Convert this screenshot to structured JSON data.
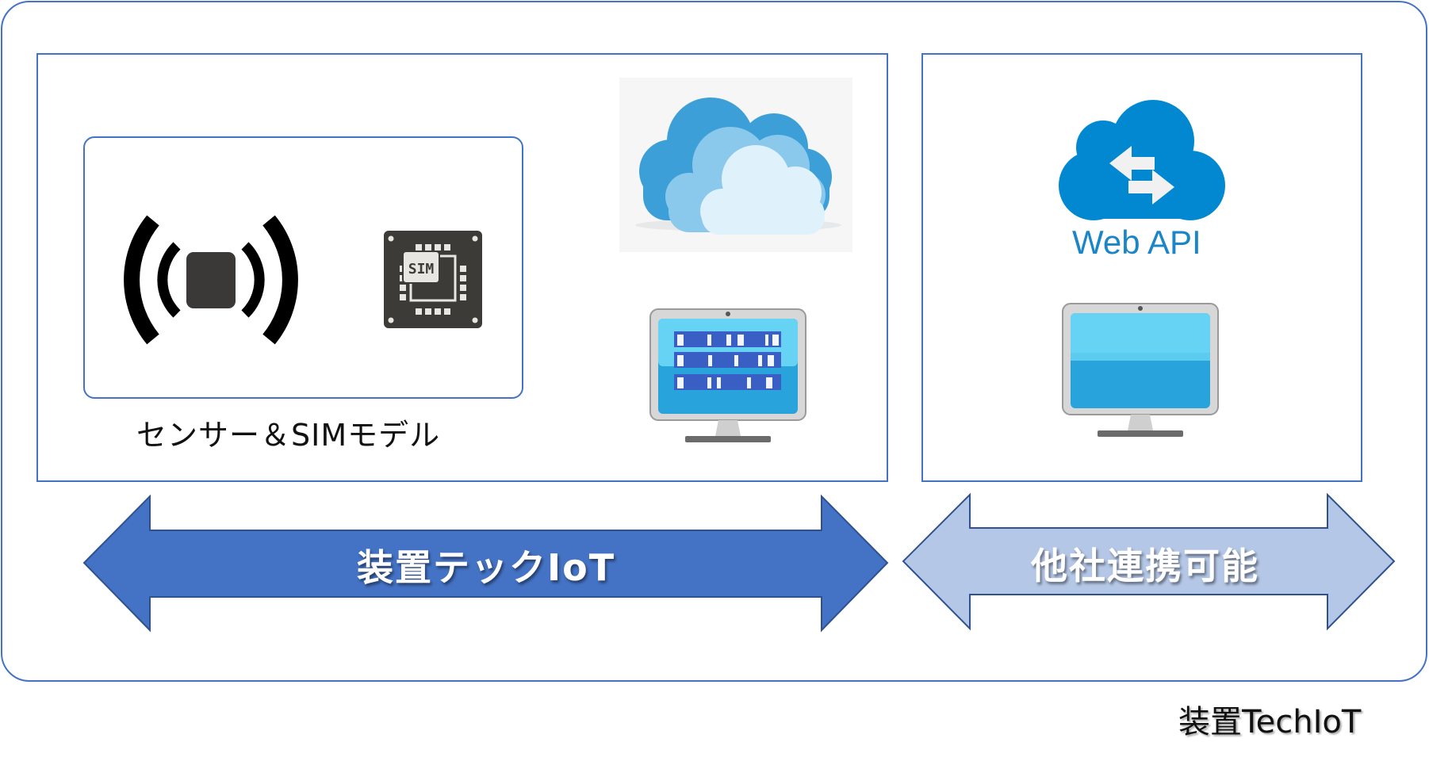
{
  "diagram": {
    "title": "装置TechIoT",
    "left_panel": {
      "sensor_group": {
        "caption": "センサー＆SIMモデル",
        "icons": [
          "wireless-sensor-icon",
          "sim-chip-icon"
        ],
        "sim_chip_label": "SIM"
      },
      "cloud_icon": "cloud-icon",
      "monitor_icon": "monitor-dashboard-icon"
    },
    "right_panel": {
      "api_icon": "web-api-cloud-icon",
      "api_label": "Web API",
      "monitor_icon": "monitor-blank-icon"
    },
    "arrows": [
      {
        "label": "装置テックIoT",
        "style": "primary",
        "fill": "#4472C4",
        "stroke": "#2F528F"
      },
      {
        "label": "他社連携可能",
        "style": "secondary",
        "fill": "#B4C7E7",
        "stroke": "#2F528F"
      }
    ],
    "colors": {
      "border": "#4472C4",
      "cloud_blue": "#0288D1",
      "screen_blue": "#29A3DC"
    }
  }
}
